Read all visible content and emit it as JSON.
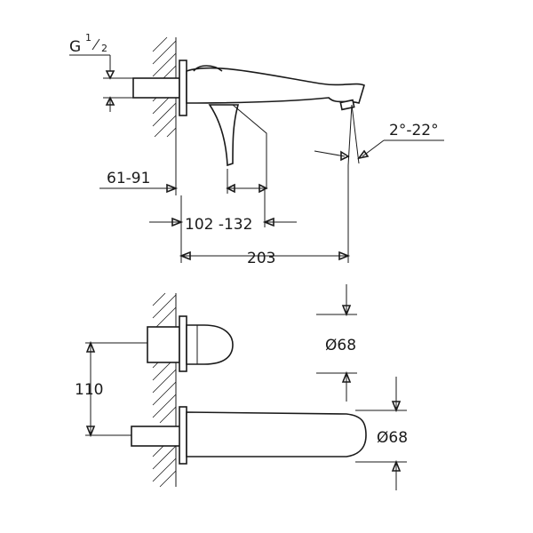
{
  "labels": {
    "thread": "G",
    "thread_num": "1",
    "thread_den": "2",
    "angle": "2°-22°",
    "dim_wall": "61-91",
    "dim_lever": "102 -132",
    "dim_spout": "203",
    "dim_height": "110",
    "dia_top": "Ø68",
    "dia_bottom": "Ø68"
  }
}
